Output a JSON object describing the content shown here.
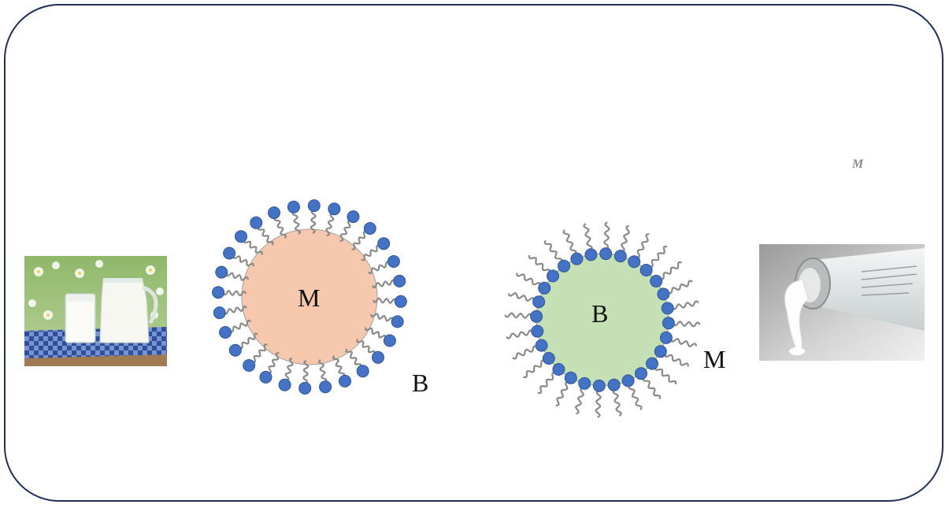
{
  "emulsion_oil_in_water": {
    "droplet_label": "M",
    "medium_label": "B",
    "droplet_color": "#f6c9ae",
    "head_color": "#4472c4",
    "tail_color": "#8a8a8a"
  },
  "emulsion_water_in_oil": {
    "droplet_label": "B",
    "medium_label": "M",
    "droplet_color": "#c5e0b4",
    "head_color": "#4472c4",
    "tail_color": "#8a8a8a"
  },
  "corner_label": "M",
  "frame_color": "#1f2f5a"
}
